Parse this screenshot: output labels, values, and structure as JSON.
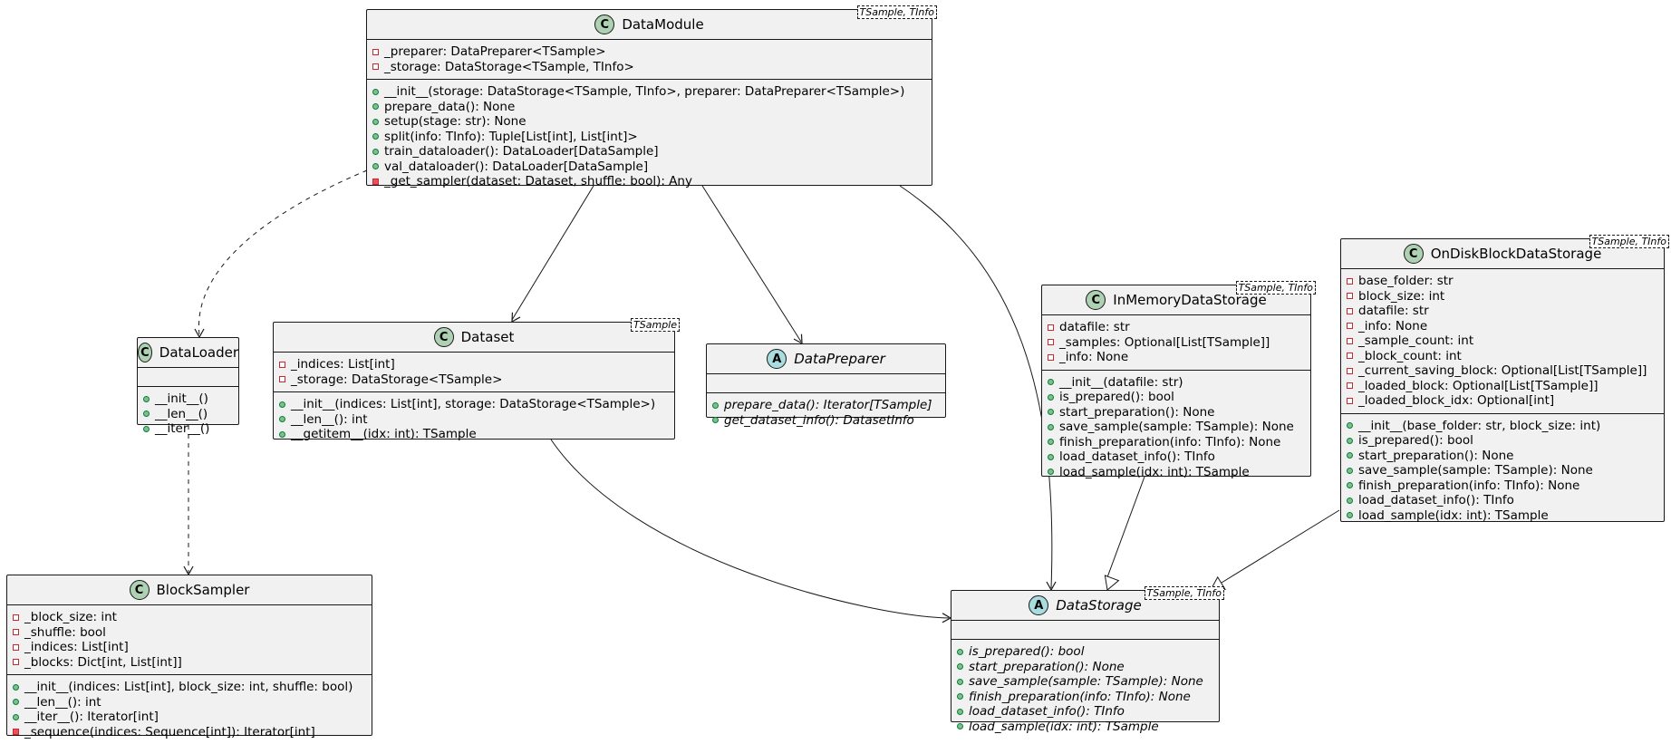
{
  "diagram": {
    "classes": [
      {
        "id": "DataModule",
        "kind": "class",
        "badge": "C",
        "name": "DataModule",
        "type_params": "TSample, TInfo",
        "fields": [
          {
            "vis": "private",
            "text": "_preparer: DataPreparer<TSample>"
          },
          {
            "vis": "private",
            "text": "_storage: DataStorage<TSample, TInfo>"
          }
        ],
        "methods": [
          {
            "vis": "public",
            "text": "__init__(storage: DataStorage<TSample, TInfo>, preparer: DataPreparer<TSample>)"
          },
          {
            "vis": "public",
            "text": "prepare_data(): None"
          },
          {
            "vis": "public",
            "text": "setup(stage: str): None"
          },
          {
            "vis": "public",
            "text": "split(info: TInfo): Tuple[List[int], List[int]>"
          },
          {
            "vis": "public",
            "text": "train_dataloader(): DataLoader[DataSample]"
          },
          {
            "vis": "public",
            "text": "val_dataloader(): DataLoader[DataSample]"
          },
          {
            "vis": "private_method",
            "text": "_get_sampler(dataset: Dataset, shuffle: bool): Any"
          }
        ]
      },
      {
        "id": "DataLoader",
        "kind": "class",
        "badge": "C",
        "name": "DataLoader",
        "type_params": "",
        "fields": [],
        "methods": [
          {
            "vis": "public",
            "text": "__init__()"
          },
          {
            "vis": "public",
            "text": "__len__()"
          },
          {
            "vis": "public",
            "text": "__iter__()"
          }
        ]
      },
      {
        "id": "Dataset",
        "kind": "class",
        "badge": "C",
        "name": "Dataset",
        "type_params": "TSample",
        "fields": [
          {
            "vis": "private",
            "text": "_indices: List[int]"
          },
          {
            "vis": "private",
            "text": "_storage: DataStorage<TSample>"
          }
        ],
        "methods": [
          {
            "vis": "public",
            "text": "__init__(indices: List[int], storage: DataStorage<TSample>)"
          },
          {
            "vis": "public",
            "text": "__len__(): int"
          },
          {
            "vis": "public",
            "text": "__getitem__(idx: int): TSample"
          }
        ]
      },
      {
        "id": "DataPreparer",
        "kind": "abstract",
        "badge": "A",
        "name": "DataPreparer",
        "type_params": "",
        "fields": [],
        "methods": [
          {
            "vis": "public",
            "text": "prepare_data(): Iterator[TSample]",
            "italic": true
          },
          {
            "vis": "public",
            "text": "get_dataset_info(): DatasetInfo",
            "italic": true
          }
        ]
      },
      {
        "id": "InMemoryDataStorage",
        "kind": "class",
        "badge": "C",
        "name": "InMemoryDataStorage",
        "type_params": "TSample, TInfo",
        "fields": [
          {
            "vis": "private",
            "text": "datafile: str"
          },
          {
            "vis": "private",
            "text": "_samples: Optional[List[TSample]]"
          },
          {
            "vis": "private",
            "text": "_info: None"
          }
        ],
        "methods": [
          {
            "vis": "public",
            "text": "__init__(datafile: str)"
          },
          {
            "vis": "public",
            "text": "is_prepared(): bool"
          },
          {
            "vis": "public",
            "text": "start_preparation(): None"
          },
          {
            "vis": "public",
            "text": "save_sample(sample: TSample): None"
          },
          {
            "vis": "public",
            "text": "finish_preparation(info: TInfo): None"
          },
          {
            "vis": "public",
            "text": "load_dataset_info(): TInfo"
          },
          {
            "vis": "public",
            "text": "load_sample(idx: int): TSample"
          }
        ]
      },
      {
        "id": "OnDiskBlockDataStorage",
        "kind": "class",
        "badge": "C",
        "name": "OnDiskBlockDataStorage",
        "type_params": "TSample, TInfo",
        "fields": [
          {
            "vis": "private",
            "text": "base_folder: str"
          },
          {
            "vis": "private",
            "text": "block_size: int"
          },
          {
            "vis": "private",
            "text": "datafile: str"
          },
          {
            "vis": "private",
            "text": "_info: None"
          },
          {
            "vis": "private",
            "text": "_sample_count: int"
          },
          {
            "vis": "private",
            "text": "_block_count: int"
          },
          {
            "vis": "private",
            "text": "_current_saving_block: Optional[List[TSample]]"
          },
          {
            "vis": "private",
            "text": "_loaded_block: Optional[List[TSample]]"
          },
          {
            "vis": "private",
            "text": "_loaded_block_idx: Optional[int]"
          }
        ],
        "methods": [
          {
            "vis": "public",
            "text": "__init__(base_folder: str, block_size: int)"
          },
          {
            "vis": "public",
            "text": "is_prepared(): bool"
          },
          {
            "vis": "public",
            "text": "start_preparation(): None"
          },
          {
            "vis": "public",
            "text": "save_sample(sample: TSample): None"
          },
          {
            "vis": "public",
            "text": "finish_preparation(info: TInfo): None"
          },
          {
            "vis": "public",
            "text": "load_dataset_info(): TInfo"
          },
          {
            "vis": "public",
            "text": "load_sample(idx: int): TSample"
          }
        ]
      },
      {
        "id": "BlockSampler",
        "kind": "class",
        "badge": "C",
        "name": "BlockSampler",
        "type_params": "",
        "fields": [
          {
            "vis": "private",
            "text": "_block_size: int"
          },
          {
            "vis": "private",
            "text": "_shuffle: bool"
          },
          {
            "vis": "private",
            "text": "_indices: List[int]"
          },
          {
            "vis": "private",
            "text": "_blocks: Dict[int, List[int]]"
          }
        ],
        "methods": [
          {
            "vis": "public",
            "text": "__init__(indices: List[int], block_size: int, shuffle: bool)"
          },
          {
            "vis": "public",
            "text": "__len__(): int"
          },
          {
            "vis": "public",
            "text": "__iter__(): Iterator[int]"
          },
          {
            "vis": "private_method",
            "text": "_sequence(indices: Sequence[int]): Iterator[int]"
          }
        ]
      },
      {
        "id": "DataStorage",
        "kind": "abstract",
        "badge": "A",
        "name": "DataStorage",
        "type_params": "TSample, TInfo",
        "fields": [],
        "methods": [
          {
            "vis": "public",
            "text": "is_prepared(): bool",
            "italic": true
          },
          {
            "vis": "public",
            "text": "start_preparation(): None",
            "italic": true
          },
          {
            "vis": "public",
            "text": "save_sample(sample: TSample): None",
            "italic": true
          },
          {
            "vis": "public",
            "text": "finish_preparation(info: TInfo): None",
            "italic": true
          },
          {
            "vis": "public",
            "text": "load_dataset_info(): TInfo",
            "italic": true
          },
          {
            "vis": "public",
            "text": "load_sample(idx: int): TSample",
            "italic": true
          }
        ]
      }
    ],
    "relations": [
      {
        "from": "DataModule",
        "to": "DataLoader",
        "style": "dashed",
        "arrow": "open"
      },
      {
        "from": "DataModule",
        "to": "Dataset",
        "style": "solid",
        "arrow": "open"
      },
      {
        "from": "DataModule",
        "to": "DataPreparer",
        "style": "solid",
        "arrow": "open"
      },
      {
        "from": "DataModule",
        "to": "DataStorage",
        "style": "solid",
        "arrow": "open"
      },
      {
        "from": "Dataset",
        "to": "DataStorage",
        "style": "solid",
        "arrow": "open"
      },
      {
        "from": "DataLoader",
        "to": "BlockSampler",
        "style": "dashed",
        "arrow": "open"
      },
      {
        "from": "InMemoryDataStorage",
        "to": "DataStorage",
        "style": "solid",
        "arrow": "inheritance"
      },
      {
        "from": "OnDiskBlockDataStorage",
        "to": "DataStorage",
        "style": "solid",
        "arrow": "inheritance"
      }
    ]
  }
}
